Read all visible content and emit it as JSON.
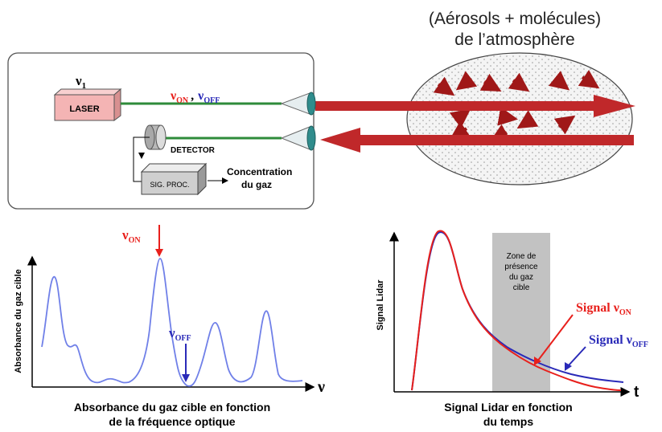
{
  "atmosphere": {
    "title_line1": "(Aérosols + molécules)",
    "title_line2": "de l’atmosphère"
  },
  "instrument": {
    "nu1_symbol": "ν",
    "nu1_sub": "1",
    "laser_label": "LASER",
    "nu_on_symbol": "ν",
    "nu_on_sub": "ON",
    "separator": ",",
    "nu_off_symbol": "ν",
    "nu_off_sub": "OFF",
    "detector_label": "DETECTOR",
    "sigproc_label": "SIG. PROC.",
    "concentration_line1": "Concentration",
    "concentration_line2": "du gaz"
  },
  "absorbance_plot": {
    "ylabel": "Absorbance du gaz cible",
    "xsym": "ν",
    "marker_on_symbol": "ν",
    "marker_on_sub": "ON",
    "marker_off_symbol": "ν",
    "marker_off_sub": "OFF",
    "caption_line1": "Absorbance du gaz cible en fonction",
    "caption_line2": "de la fréquence optique"
  },
  "lidar_plot": {
    "ylabel": "Signal Lidar",
    "xsym": "t",
    "zone_line1": "Zone de",
    "zone_line2": "présence",
    "zone_line3": "du gaz",
    "zone_line4": "cible",
    "signal_on_prefix": "Signal ν",
    "signal_on_sub": "ON",
    "signal_off_prefix": "Signal ν",
    "signal_off_sub": "OFF",
    "caption_line1": "Signal Lidar en fonction",
    "caption_line2": "du temps"
  },
  "colors": {
    "beam_red": "#c0282a",
    "fiber_green": "#2e8b3a",
    "on_red": "#e8201c",
    "off_blue": "#2a2ab8",
    "curve_blue": "#7080e8",
    "laser_pink": "#f4b4b4",
    "zone_gray": "#c2c2c2"
  }
}
